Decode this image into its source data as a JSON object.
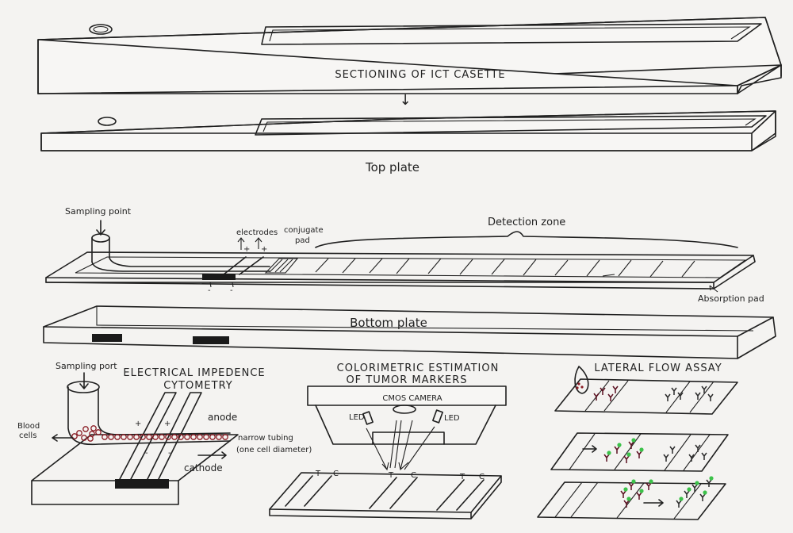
{
  "labels": {
    "sectioning": "SECTIONING OF ICT CASETTE",
    "arrow_down": "↓",
    "top_plate": "Top plate",
    "sampling_point": "Sampling point",
    "electrodes": "electrodes",
    "conjugate_pad_1": "conjugate",
    "conjugate_pad_2": "pad",
    "detection_zone": "Detection zone",
    "absorption_pad": "Absorption pad",
    "bottom_plate": "Bottom plate",
    "sampling_port": "Sampling port",
    "eic_title_1": "ELECTRICAL IMPEDENCE",
    "eic_title_2": "CYTOMETRY",
    "blood_cells_1": "Blood",
    "blood_cells_2": "cells",
    "anode": "anode",
    "cathode": "cathode",
    "narrow_tubing_1": "narrow tubing",
    "narrow_tubing_2": "(one cell diameter)",
    "plus": "+",
    "minus": "-",
    "color_title_1": "COLORIMETRIC ESTIMATION",
    "color_title_2": "OF TUMOR MARKERS",
    "cmos_camera": "CMOS CAMERA",
    "led_left": "LED",
    "led_right": "LED",
    "t_mark": "T",
    "c_mark": "C",
    "lfa_title": "LATERAL FLOW ASSAY"
  },
  "colors": {
    "ink": "#1f1f1f",
    "paper": "#f4f3f1",
    "cell_red": "#8a1c24",
    "antibody_maroon": "#5a1020",
    "antigen_green": "#3cc24a"
  }
}
